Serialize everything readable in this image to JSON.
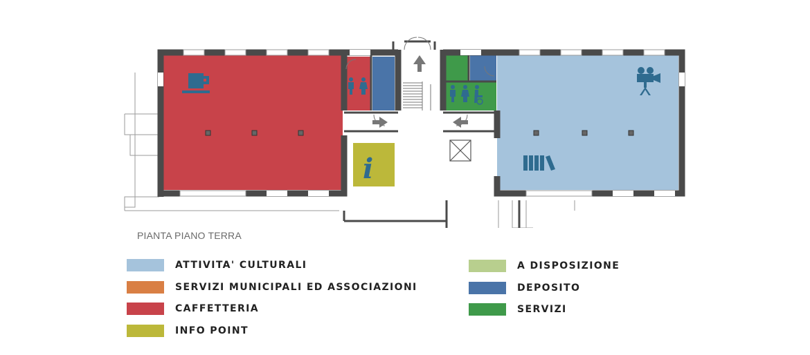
{
  "plan_title": "PIANTA PIANO TERRA",
  "colors": {
    "wall": "#4a4a4a",
    "caffetteria": "#c8434a",
    "attivita_culturali": "#a5c3dc",
    "deposito": "#4a74a8",
    "servizi": "#3f9a4a",
    "info_point": "#bcb83a",
    "icon": "#2f6b8f",
    "arrow": "#777777"
  },
  "legend_left": [
    {
      "label": "ATTIVITA' CULTURALI",
      "color": "#a5c3dc"
    },
    {
      "label": "SERVIZI MUNICIPALI ED ASSOCIAZIONI",
      "color": "#d97f44"
    },
    {
      "label": "CAFFETTERIA",
      "color": "#c8434a"
    },
    {
      "label": "INFO POINT",
      "color": "#bcb83a"
    }
  ],
  "legend_right": [
    {
      "label": "A DISPOSIZIONE",
      "color": "#b8cf8e"
    },
    {
      "label": "DEPOSITO",
      "color": "#4a74a8"
    },
    {
      "label": "SERVIZI",
      "color": "#3f9a4a"
    }
  ],
  "icons": {
    "info": "i"
  }
}
